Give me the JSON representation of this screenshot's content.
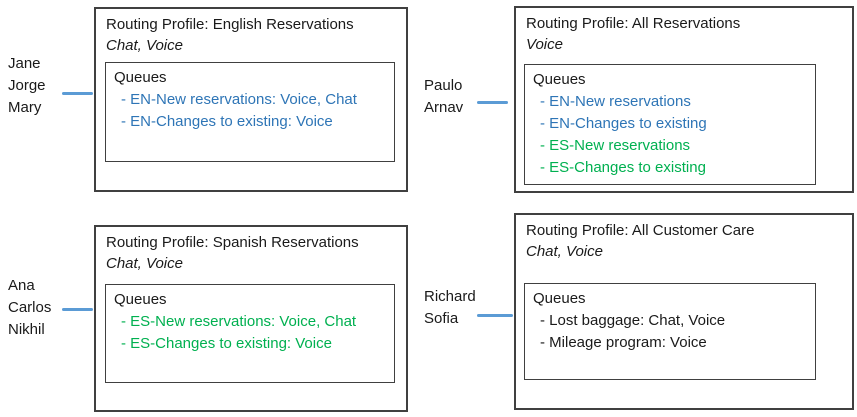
{
  "colors": {
    "blue": "#2E75B6",
    "green": "#00B050",
    "black": "#1A1A1A",
    "connector": "#5B9BD5",
    "border": "#404040"
  },
  "profiles": [
    {
      "agents": [
        "Jane",
        "Jorge",
        "Mary"
      ],
      "title": "Routing Profile: English Reservations",
      "channels": "Chat, Voice",
      "queues_label": "Queues",
      "queues": [
        {
          "text": "- EN-New reservations: Voice, Chat",
          "color": "blue"
        },
        {
          "text": "- EN-Changes to existing: Voice",
          "color": "blue"
        }
      ]
    },
    {
      "agents": [
        "Paulo",
        "Arnav"
      ],
      "title": "Routing Profile: All Reservations",
      "channels": "Voice",
      "queues_label": "Queues",
      "queues": [
        {
          "text": "- EN-New reservations",
          "color": "blue"
        },
        {
          "text": "- EN-Changes to existing",
          "color": "blue"
        },
        {
          "text": "- ES-New reservations",
          "color": "green"
        },
        {
          "text": "- ES-Changes to existing",
          "color": "green"
        }
      ]
    },
    {
      "agents": [
        "Ana",
        "Carlos",
        "Nikhil"
      ],
      "title": "Routing Profile: Spanish Reservations",
      "channels": "Chat, Voice",
      "queues_label": "Queues",
      "queues": [
        {
          "text": "- ES-New reservations: Voice, Chat",
          "color": "green"
        },
        {
          "text": "- ES-Changes to existing: Voice",
          "color": "green"
        }
      ]
    },
    {
      "agents": [
        "Richard",
        "Sofia"
      ],
      "title": "Routing Profile: All Customer Care",
      "channels": "Chat, Voice",
      "queues_label": "Queues",
      "queues": [
        {
          "text": "- Lost baggage: Chat, Voice",
          "color": "black"
        },
        {
          "text": "- Mileage program: Voice",
          "color": "black"
        }
      ]
    }
  ]
}
